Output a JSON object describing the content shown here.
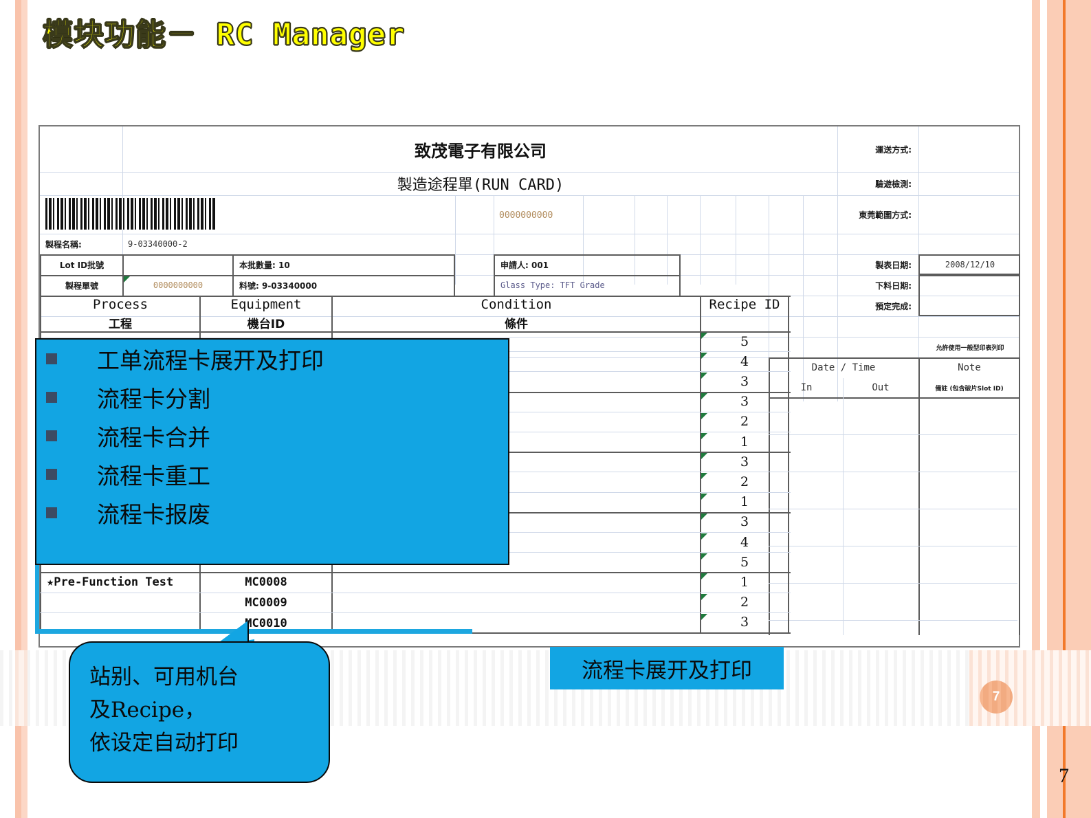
{
  "slide": {
    "title": "模块功能－ RC Manager",
    "page_badge": "7",
    "page_number": "7"
  },
  "runcard": {
    "company_name": "致茂電子有限公司",
    "doc_title": "製造途程單(RUN CARD)",
    "barcode_number": "0000000000",
    "process_name_label": "製程名稱:",
    "process_name_value": "9-03340000-2",
    "lot_id_label": "Lot ID批號",
    "lot_qty_label": "本批數量: 10",
    "applicant_label": "申請人: 001",
    "runcard_no_label": "製程單號",
    "runcard_no_value": "0000000000",
    "part_no_label": "料號: 9-03340000",
    "glass_type_label": "Glass Type: TFT Grade",
    "right_fields": [
      {
        "label": "運送方式:",
        "value": ""
      },
      {
        "label": "驗遊檢測:",
        "value": ""
      },
      {
        "label": "東莞範圍方式:",
        "value": ""
      },
      {
        "label": "製表日期:",
        "value": "2008/12/10"
      },
      {
        "label": "下料日期:",
        "value": ""
      },
      {
        "label": "預定完成:",
        "value": ""
      }
    ],
    "note_header_line": "允許使用一般型印表列印",
    "datetime_header": "Date / Time",
    "in_header": "In",
    "out_header": "Out",
    "note_header": "Note",
    "note_subheader": "備註 (包含破片Slot ID)"
  },
  "process_table": {
    "headers_en": [
      "Process",
      "Equipment",
      "Condition",
      "Recipe ID"
    ],
    "headers_cn": [
      "工程",
      "機台ID",
      "條件",
      ""
    ],
    "recipe_ids": [
      "5",
      "4",
      "3",
      "3",
      "2",
      "1",
      "3",
      "2",
      "1",
      "3",
      "4",
      "5",
      "1",
      "2",
      "3"
    ],
    "last_process_label": "★Pre-Function Test",
    "last_equipment": [
      "MC0008",
      "MC0009",
      "MC0010"
    ]
  },
  "bullets": [
    "工单流程卡展开及打印",
    "流程卡分割",
    "流程卡合并",
    "流程卡重工",
    "流程卡报废"
  ],
  "callout": {
    "lines": [
      "站别、可用机台",
      "及Recipe，",
      "依设定自动打印"
    ]
  },
  "label_box": {
    "text": "流程卡展开及打印"
  },
  "colors": {
    "accent_blue": "#12a5e3",
    "title_yellow": "#ffff00",
    "badge_peach": "#f7b68f",
    "bullet_square": "#3c4b63"
  }
}
